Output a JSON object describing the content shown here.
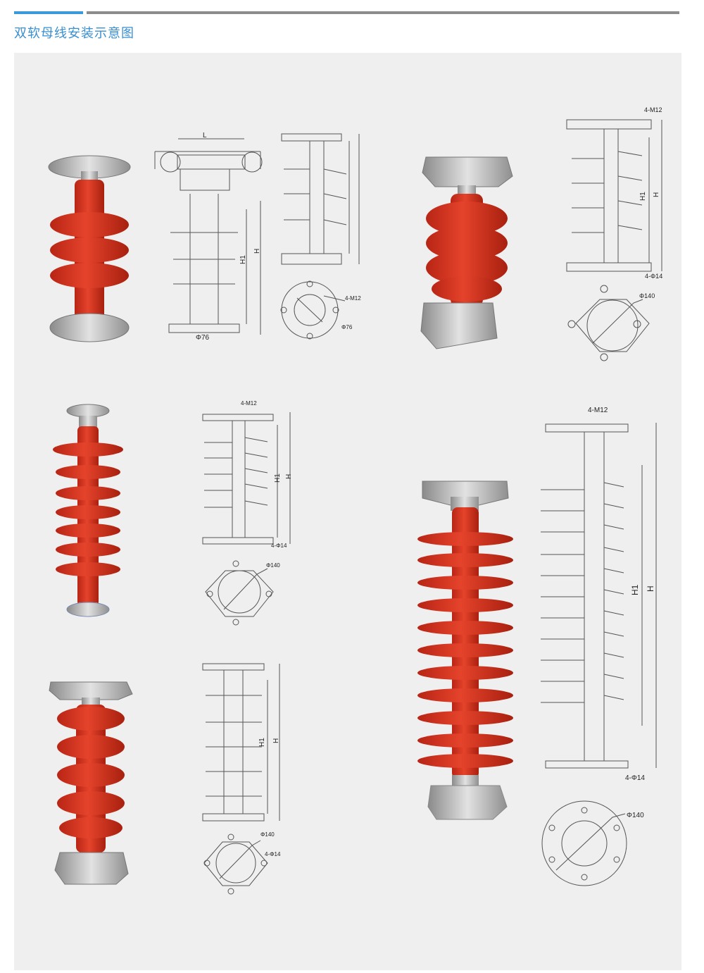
{
  "header": {
    "title": "双软母线安装示意图",
    "accent_color": "#3a9ad9",
    "rule_color": "#8c8c8c"
  },
  "colors": {
    "insulator_red": "#d9351f",
    "insulator_shadow": "#b22614",
    "metal": "#b9b9b9",
    "panel_bg": "#efefef",
    "line": "#555555"
  },
  "drawings": {
    "d1": {
      "L": "L",
      "H1": "H1",
      "H": "H",
      "phi": "Φ76",
      "bolt": "4-M12",
      "phi2": "Φ76"
    },
    "d2": {
      "bolt": "4-M12",
      "H1": "H1",
      "H": "H",
      "holes": "4-Φ14",
      "phi": "Φ140"
    },
    "d3": {
      "bolt": "4-M12",
      "H1": "H1",
      "H": "H",
      "holes": "4-Φ14",
      "phi": "Φ140"
    },
    "d4": {
      "H1": "H1",
      "H": "H",
      "phi": "Φ140",
      "holes": "4-Φ14"
    },
    "d5": {
      "bolt": "4-M12",
      "H1": "H1",
      "H": "H",
      "holes": "4-Φ14",
      "phi": "Φ140"
    }
  }
}
